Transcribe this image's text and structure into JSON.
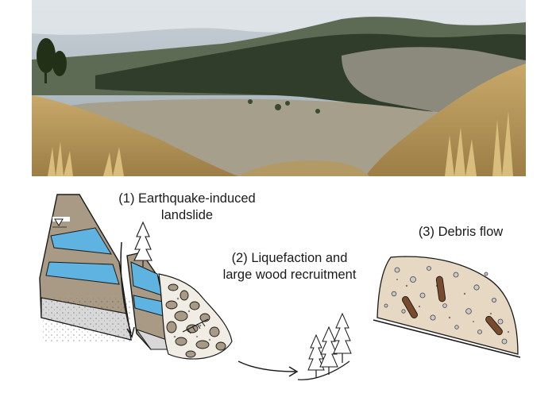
{
  "labels": {
    "step1_line1": "(1) Earthquake-induced",
    "step1_line2": "landslide",
    "step2_line1": "(2) Liquefaction and",
    "step2_line2": "large wood recruitment",
    "step3": "(3) Debris flow"
  },
  "colors": {
    "soil": "#a89a84",
    "water_layer": "#5fb3e0",
    "bedrock": "#d8d8d8",
    "debris_fill": "#e6d8c2",
    "wood": "#7a4a2c",
    "outline": "#1a1a1a"
  },
  "icons": [
    "water-table-triangle-icon",
    "conifer-tree-icon",
    "flow-arrow-icon"
  ]
}
